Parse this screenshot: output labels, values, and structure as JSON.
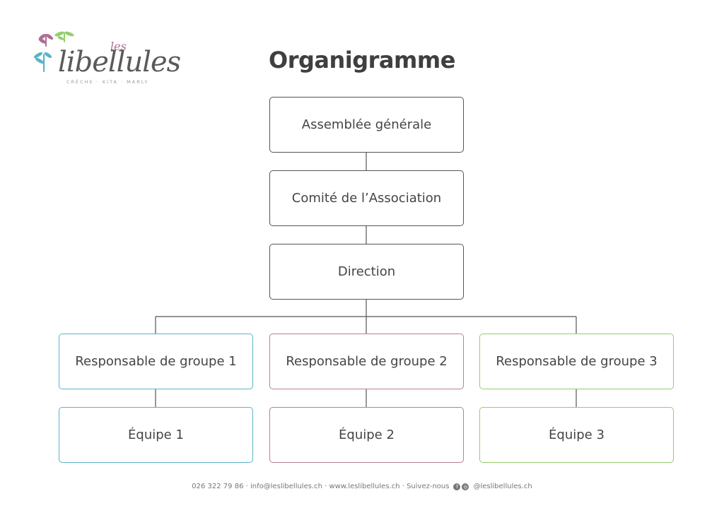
{
  "logo": {
    "small_word": "les",
    "main_word": "libellules",
    "tagline": "CRÈCHE · KITA · MARLY"
  },
  "title": "Organigramme",
  "nodes": {
    "assemblee": "Assemblée générale",
    "comite": "Comité de l’Association",
    "direction": "Direction",
    "resp1": "Responsable de groupe 1",
    "resp2": "Responsable de groupe 2",
    "resp3": "Responsable de groupe 3",
    "equipe1": "Équipe 1",
    "equipe2": "Équipe 2",
    "equipe3": "Équipe 3"
  },
  "colors": {
    "group1": "#5bb3c7",
    "group2": "#b7808e",
    "group3": "#93cf6a",
    "neutral": "#555555"
  },
  "footer": {
    "contact": "026 322 79 86 · info@leslibellules.ch · www.leslibellules.ch · Suivez-nous",
    "social_handle": "@leslibellules.ch",
    "social_icons": [
      "facebook-icon",
      "instagram-icon"
    ]
  }
}
